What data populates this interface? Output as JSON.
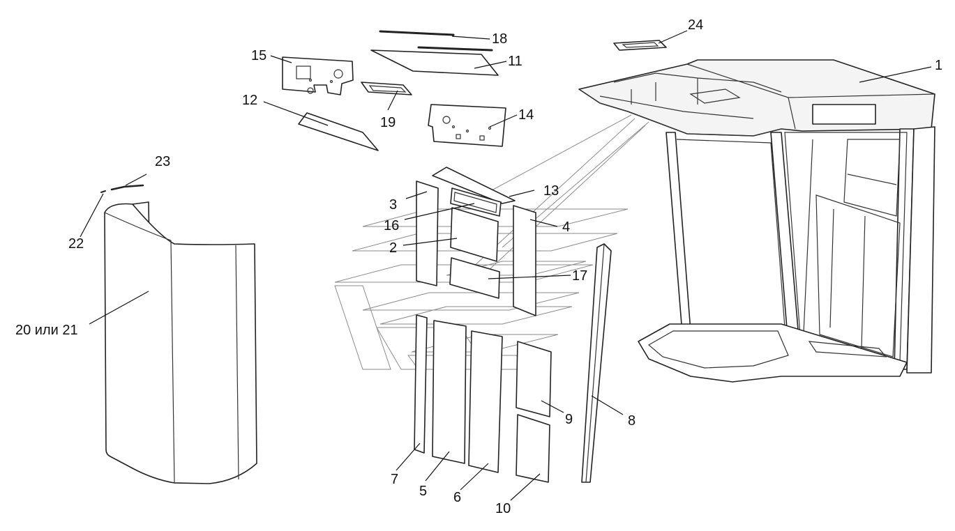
{
  "callouts": {
    "c1": "1",
    "c2": "2",
    "c3": "3",
    "c4": "4",
    "c5": "5",
    "c6": "6",
    "c7": "7",
    "c8": "8",
    "c9": "9",
    "c10": "10",
    "c11": "11",
    "c12": "12",
    "c13": "13",
    "c14": "14",
    "c15": "15",
    "c16": "16",
    "c17": "17",
    "c18": "18",
    "c19": "19",
    "c20": "20 или 21",
    "c22": "22",
    "c23": "23",
    "c24": "24"
  },
  "colors": {
    "line": "#222222",
    "ghost_line": "#8a8a8a",
    "background": "#ffffff"
  }
}
